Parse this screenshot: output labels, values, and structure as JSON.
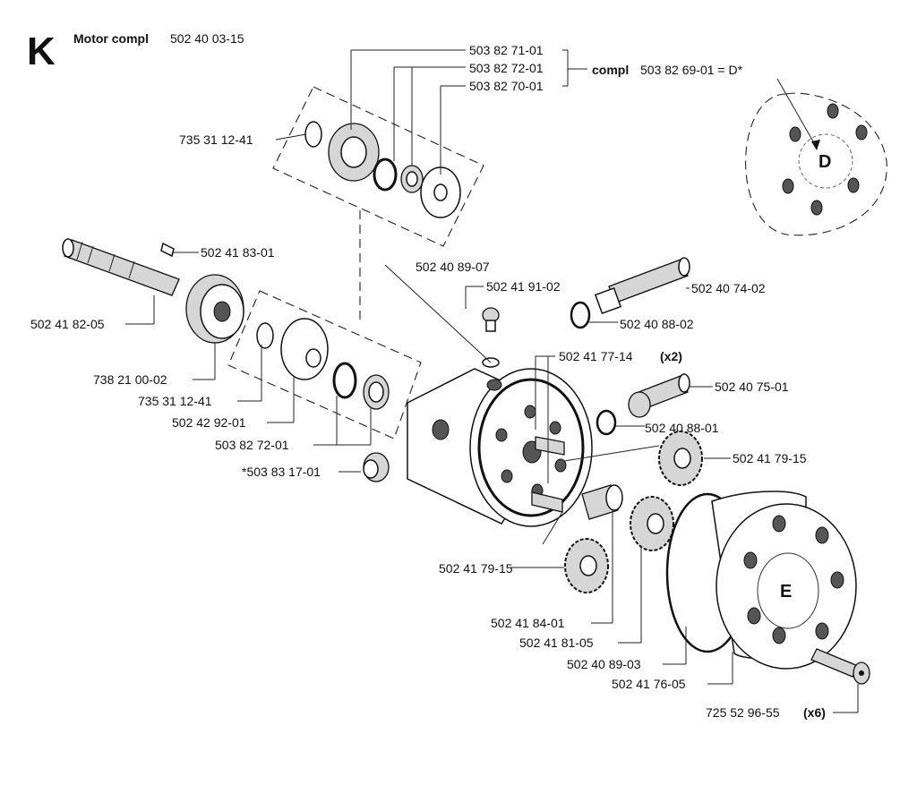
{
  "header": {
    "section_letter": "K",
    "title_bold": "Motor  compl",
    "title_number": "502 40 03-15"
  },
  "labels": {
    "p503827101": "503 82 71-01",
    "p503827201_top": "503 82 72-01",
    "p503827001": "503 82 70-01",
    "compl_bold": "compl",
    "compl_rest": "503 82 69-01 = D*",
    "p735311241_top": "735 31 12-41",
    "p502418301": "502 41 83-01",
    "p502418205": "502 41 82-05",
    "p502408907": "502 40 89-07",
    "p502419102": "502 41 91-02",
    "p502407402": "502 40 74-02",
    "p502408802": "502 40 88-02",
    "p502417714": "502 41 77-14",
    "x2": "(x2)",
    "p738210002": "738 21 00-02",
    "p735311241_low": "735 31 12-41",
    "p502407501": "502 40 75-01",
    "p502429201": "502 42 92-01",
    "p502408801": "502 40 88-01",
    "p503827201_low": "503 82 72-01",
    "p502417915_right": "502 41 79-15",
    "p503831701": "*503 83 17-01",
    "p502417915_left": "502 41 79-15",
    "p502418401": "502 41 84-01",
    "p502418105": "502 41 81-05",
    "p502408903": "502 40 89-03",
    "p502417605": "502 41 76-05",
    "p725529655": "725 52 96-55",
    "x6": "(x6)"
  },
  "callouts": {
    "D": "D",
    "E": "E"
  }
}
